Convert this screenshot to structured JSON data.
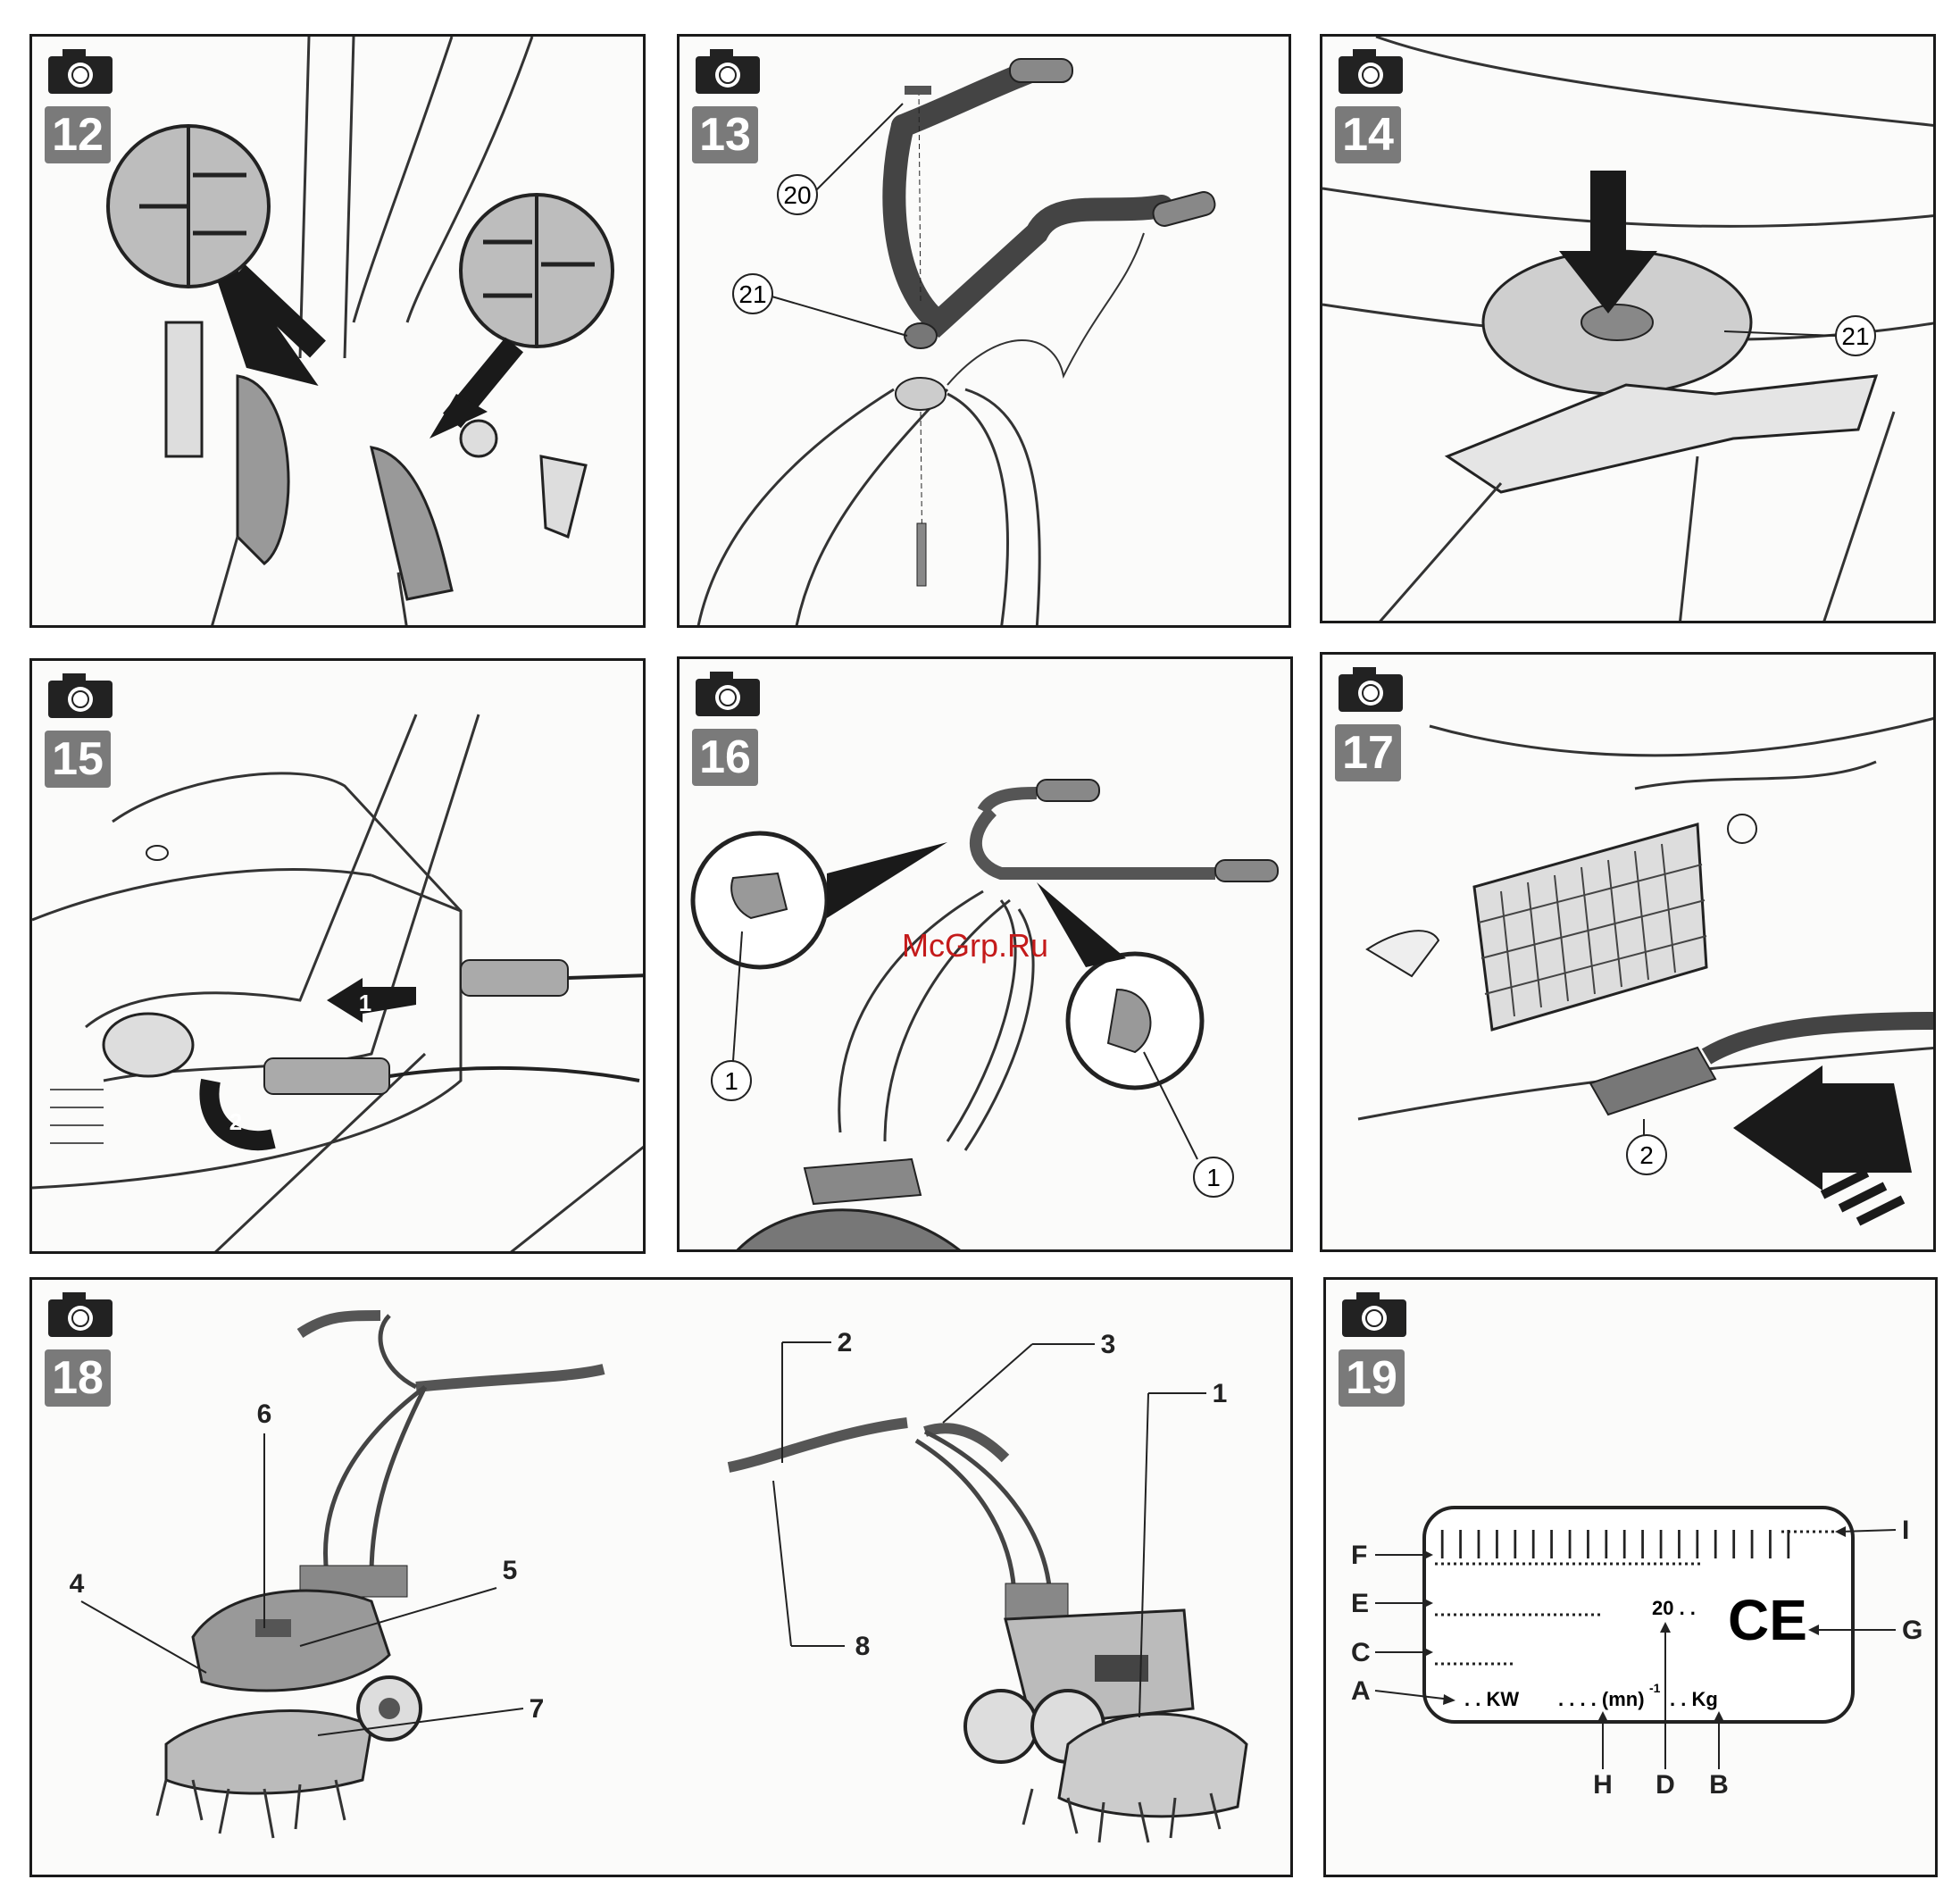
{
  "watermark": "McGrp.Ru",
  "panels": [
    {
      "number": "12",
      "callouts": []
    },
    {
      "number": "13",
      "callouts": [
        "20",
        "21"
      ]
    },
    {
      "number": "14",
      "callouts": [
        "21"
      ]
    },
    {
      "number": "15",
      "arrows": [
        "1",
        "2"
      ]
    },
    {
      "number": "16",
      "callouts": [
        "1",
        "1"
      ]
    },
    {
      "number": "17",
      "callouts": [
        "2"
      ]
    },
    {
      "number": "18",
      "callouts": [
        "6",
        "4",
        "5",
        "7",
        "2",
        "3",
        "1",
        "8"
      ]
    },
    {
      "number": "19",
      "plate": {
        "letters": [
          "F",
          "E",
          "C",
          "A",
          "I",
          "G",
          "H",
          "D",
          "B"
        ],
        "barcode": "||||||||||||||||||||",
        "year": "20 . .",
        "kw": ". . KW",
        "speed": ". . . . (mn)",
        "speed_exp": "-1",
        "kg": ". . Kg",
        "mark": "CE"
      }
    }
  ]
}
